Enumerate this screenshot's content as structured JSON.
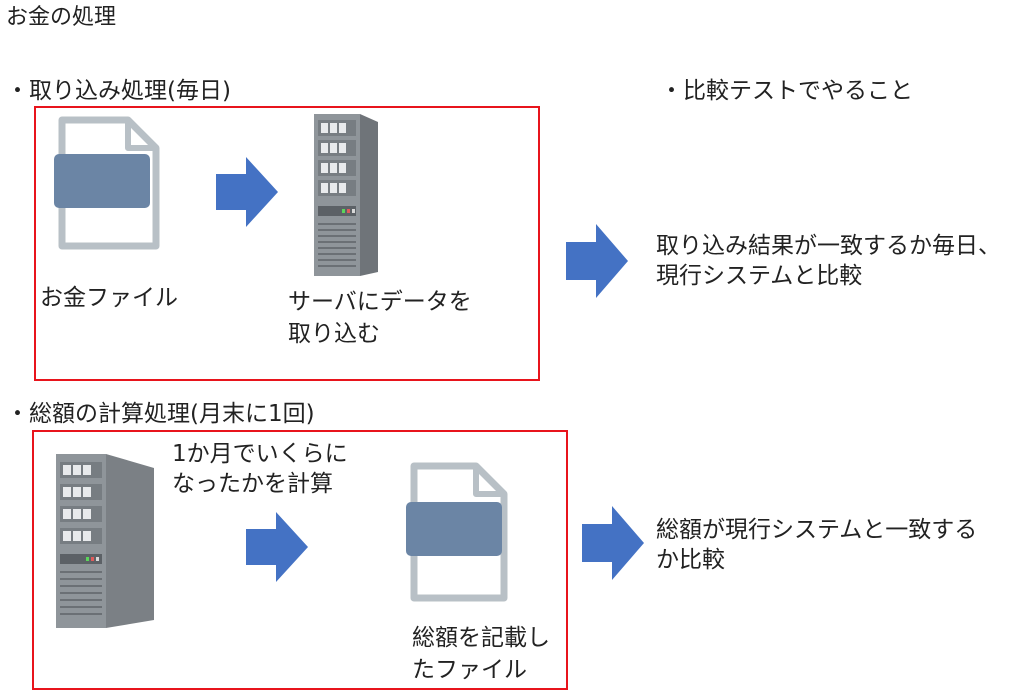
{
  "title": "お金の処理",
  "section1": {
    "heading": "・取り込み処理(毎日)",
    "file_label": "お金ファイル",
    "server_label_line1": "サーバにデータを",
    "server_label_line2": "取り込む"
  },
  "compare": {
    "heading": "・比較テストでやること",
    "result1_line1": "取り込み結果が一致するか毎日、",
    "result1_line2": "現行システムと比較",
    "result2_line1": "総額が現行システムと一致する",
    "result2_line2": "か比較"
  },
  "section2": {
    "heading": "・総額の計算処理(月末に1回)",
    "calc_label_line1": "1か月でいくらに",
    "calc_label_line2": "なったかを計算",
    "file_label_line1": "総額を記載し",
    "file_label_line2": "たファイル"
  },
  "colors": {
    "frame_red": "#e8141c",
    "arrow_blue": "#4472c4",
    "doc_outline": "#b8c0c6",
    "doc_label_fill": "#6b85a5",
    "server_gray": "#8a8f94"
  }
}
